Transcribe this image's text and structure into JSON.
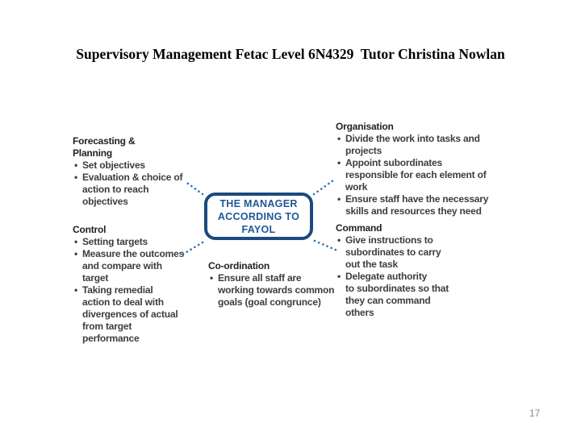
{
  "title": "Supervisory Management Fetac Level 6N4329  Tutor Christina Nowlan",
  "page_number": "17",
  "ui": {
    "bullet_char": "•"
  },
  "diagram": {
    "center_box": "THE MANAGER\nACCORDING TO\nFAYOL",
    "sections": {
      "forecasting": {
        "heading": "Forecasting &\nPlanning",
        "bullets": [
          "Set objectives",
          "Evaluation & choice of\naction to reach\nobjectives"
        ]
      },
      "control": {
        "heading": "Control",
        "bullets": [
          "Setting targets",
          "Measure the outcomes\nand compare with\ntarget",
          "Taking remedial\naction to deal with\ndivergences of actual\nfrom target\nperformance"
        ]
      },
      "organisation": {
        "heading": "Organisation",
        "bullets": [
          "Divide the work into tasks and\nprojects",
          "Appoint subordinates\nresponsible for each element of\nwork",
          "Ensure staff have the necessary\nskills and resources they need"
        ]
      },
      "command": {
        "heading": "Command",
        "bullets": [
          "Give instructions to\nsubordinates to carry\nout the task",
          "Delegate authority\nto subordinates so that\nthey can command\nothers"
        ]
      },
      "coordination": {
        "heading": "Co-ordination",
        "bullets": [
          "Ensure all staff are\nworking towards common\ngoals (goal congrunce)"
        ]
      }
    },
    "colors": {
      "box_border_blue": "#1b4a7e",
      "box_text_blue": "#1e5799",
      "connector_dot_blue": "#2e75b6",
      "body_text": "#3d3d3d",
      "heading_text": "#222222",
      "page_number_gray": "#8a8a8a"
    }
  }
}
